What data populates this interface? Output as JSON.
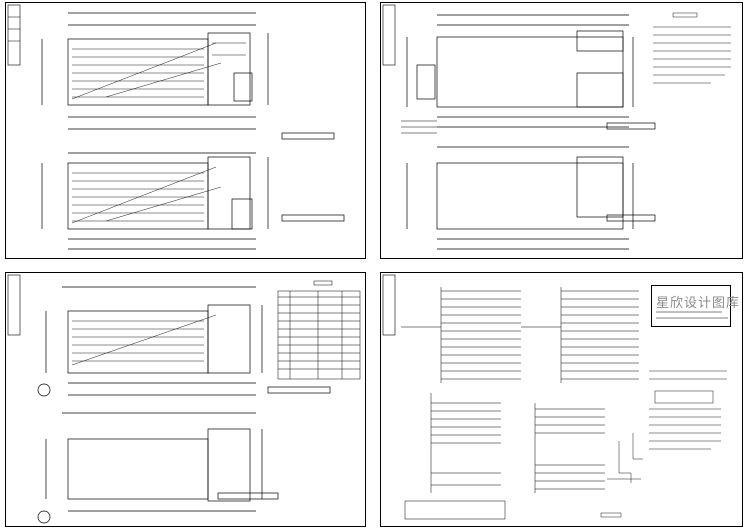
{
  "sheets": [
    {
      "id": "sheet-1",
      "description": ""
    },
    {
      "id": "sheet-2",
      "description": ""
    },
    {
      "id": "sheet-3",
      "description": ""
    },
    {
      "id": "sheet-4",
      "description": ""
    }
  ],
  "stamp": {
    "title": "星欣设计图库"
  },
  "colors": {
    "line": "#000000",
    "paper": "#ffffff",
    "stamp_text": "#8a8a8a"
  }
}
